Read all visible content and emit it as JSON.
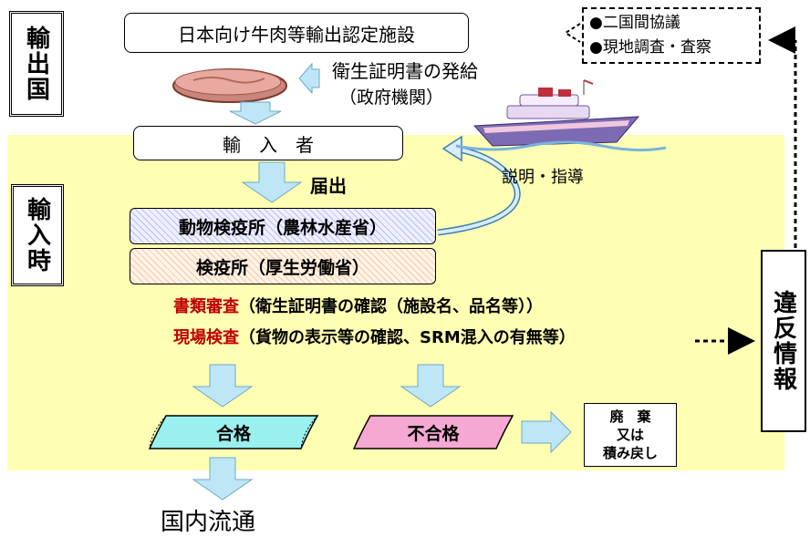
{
  "export_country_label": "輸出国",
  "import_stage_label": "輸入時",
  "export_facility": "日本向け牛肉等輸出認定施設",
  "certificate_issue": "衛生証明書の発給",
  "certificate_issuer": "（政府機関）",
  "importer": "輸　入　者",
  "notification": "届出",
  "animal_quarantine": "動物検疫所（農林水産省）",
  "quarantine_station": "検疫所（厚生労働省）",
  "explanation_guidance": "説明・指導",
  "doc_review": {
    "term": "書類審査",
    "detail": "（衛生証明書の確認（施設名、品名等））"
  },
  "onsite_inspection": {
    "term": "現場検査",
    "detail": "（貨物の表示等の確認、SRM混入の有無等）"
  },
  "pass": "合格",
  "fail": "不合格",
  "disposal": [
    "廃　棄",
    "又は",
    "積み戻し"
  ],
  "domestic_distribution": "国内流通",
  "violation_info": "違反情報",
  "actions": [
    "●二国間協議",
    "●現地調査・査察"
  ],
  "colors": {
    "yellow_zone": "#ffffb3",
    "arrow_fill": "#bfe6f7",
    "pass_fill": "#99f0ee",
    "fail_fill": "#f4a8d2",
    "red_text": "#c00000"
  }
}
